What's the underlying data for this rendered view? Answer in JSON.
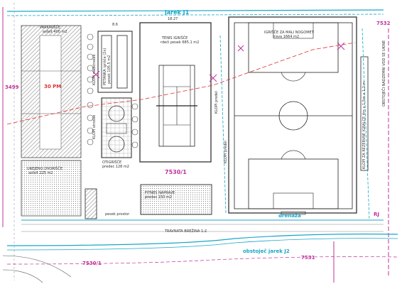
{
  "drawing": {
    "top_ditch": "jarek J1",
    "bottom_ditch": "obstoječ jarek J2",
    "parcels": {
      "top_right": "7532",
      "center": "7530/1",
      "bottom_left": "7530/1",
      "bottom_right": "7531",
      "left": "3499"
    },
    "code_30pm": "30 PM",
    "code_rj": "RJ",
    "drainage": "drenaža",
    "lawn": "TRAVNATA BREŽINA 1:2",
    "sand_area": "pesek prostor",
    "existing_water": "OBSTOJEČI NADZEMNI VOD SE UKINE",
    "dims": {
      "top_tennis": "18.27",
      "top_small": "8.6"
    }
  },
  "areas": {
    "parking": {
      "title": "PARKIRIŠČE",
      "sub": "asfalt 400 m2"
    },
    "petanque": {
      "title": "PETANKA igrišče (2x)",
      "sub": "pesek 105.5 m2"
    },
    "benches_a": "KLOPI nadstrešek",
    "benches_b": "KLOPI otroške",
    "tennis": {
      "title": "TENIS IGRIŠČE",
      "sub": "rdeči pesek 685.1 m2"
    },
    "football": {
      "title": "IGRIŠČE ZA MALI NOGOMET",
      "sub": "trava 1664 m2"
    },
    "playground": {
      "title": "OTIGRIŠČE",
      "sub": "predec 128 m2"
    },
    "fitness": {
      "title": "FITNES NAPRAVE",
      "sub": "predec 150 m2"
    },
    "entrance": {
      "title": "UREJENO DVORIŠČE",
      "sub": "asfalt 225 m2"
    },
    "benches_c": "KLOPI predel",
    "benches_d": "KLOPI predel",
    "reserve": "KLOPI ZA REZERVNE IGRALCE 4m x 1.5m x 1.2 m"
  },
  "colors": {
    "cyan": "#1aa6c8",
    "magenta": "#c0309a",
    "red": "#e03030",
    "line": "#333333"
  }
}
